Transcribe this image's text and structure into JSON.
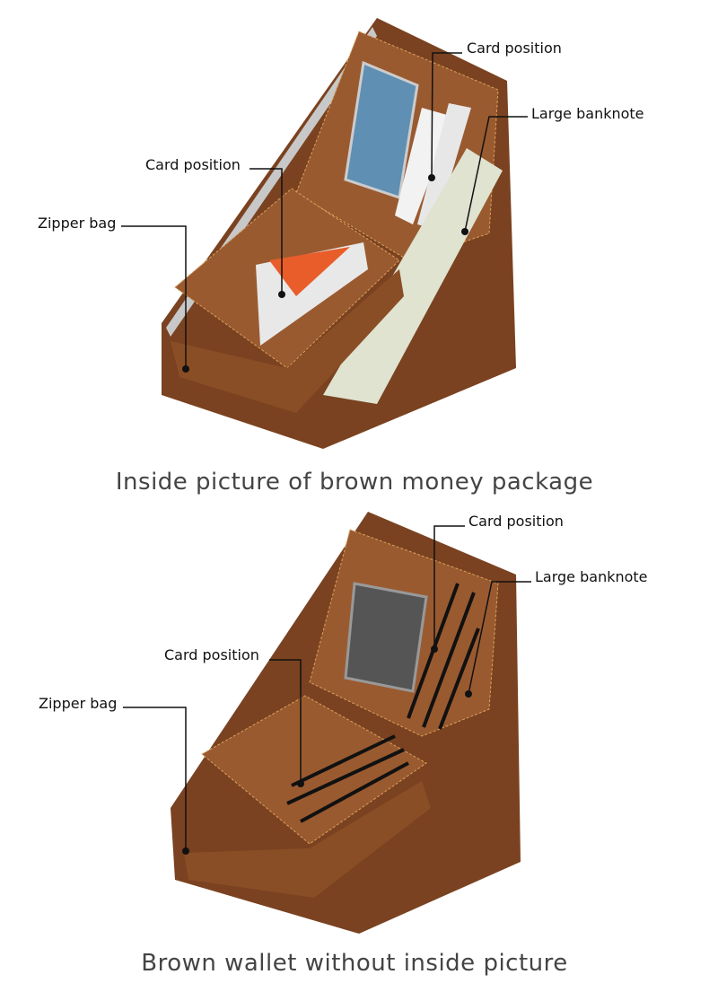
{
  "top": {
    "callouts": {
      "card_position_right": "Card position",
      "large_banknote": "Large banknote",
      "card_position_left": "Card position",
      "zipper_bag": "Zipper bag"
    },
    "caption": "Inside picture of brown money package"
  },
  "bottom": {
    "callouts": {
      "card_position_right": "Card position",
      "large_banknote": "Large banknote",
      "card_position_left": "Card position",
      "zipper_bag": "Zipper bag"
    },
    "caption": "Brown wallet without inside picture"
  },
  "colors": {
    "leather": "#8a4e26",
    "leather_light": "#a86a3c",
    "stitch": "#d9a25a",
    "text": "#444444"
  }
}
